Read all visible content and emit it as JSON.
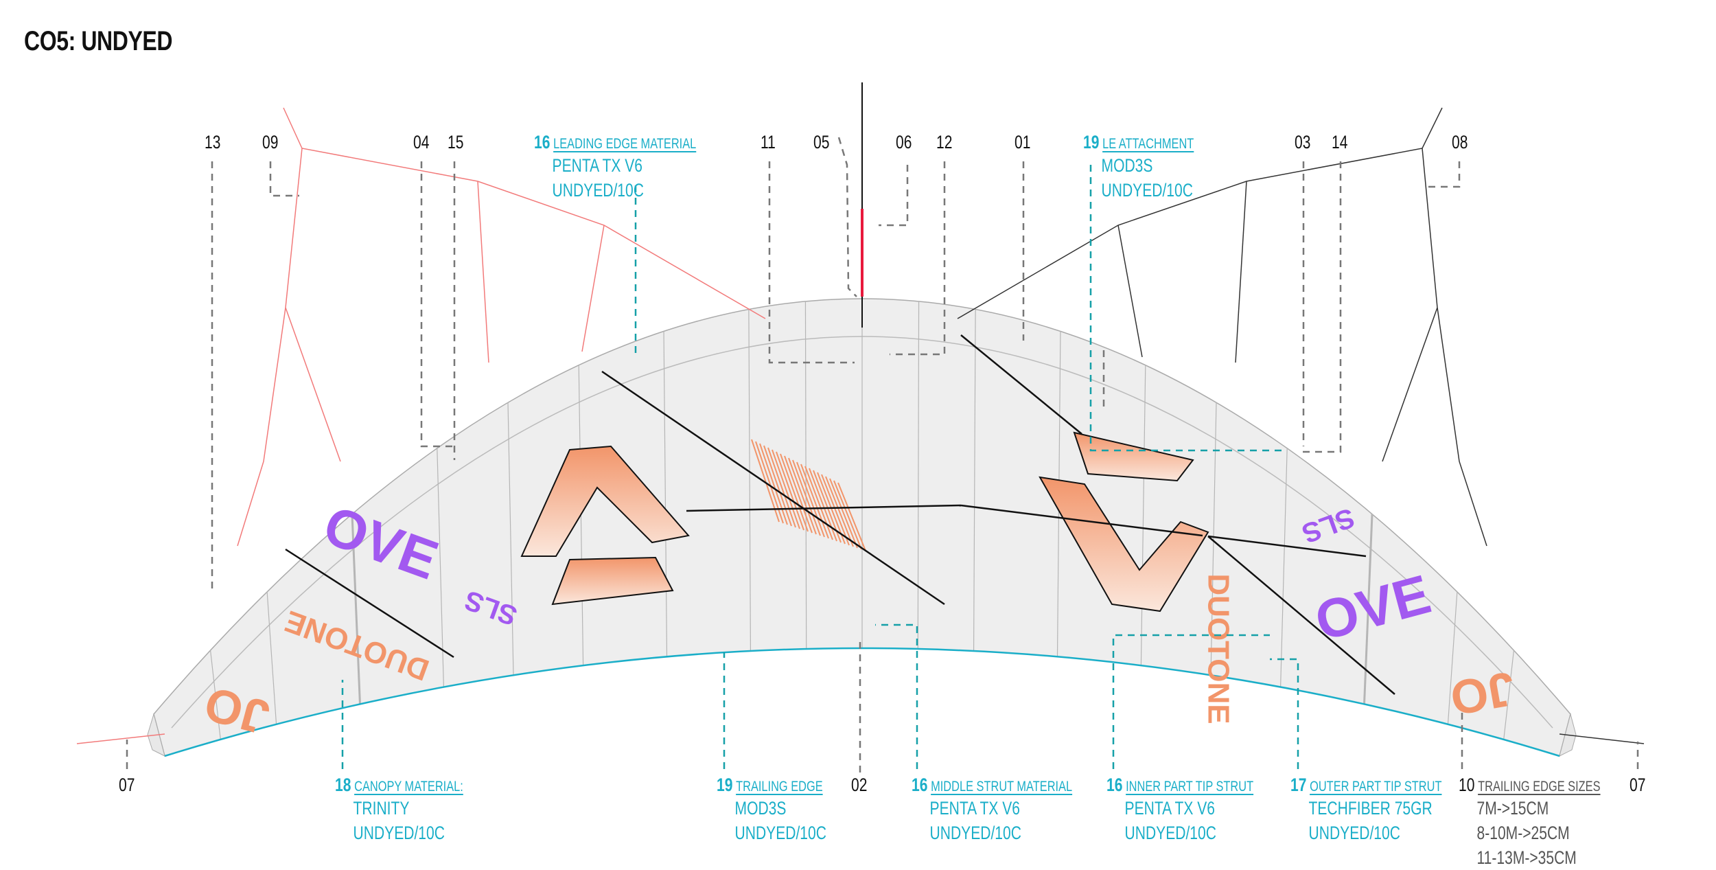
{
  "title": "CO5: UNDYED",
  "top_markers": [
    "13",
    "09",
    "04",
    "15",
    "11",
    "05",
    "06",
    "12",
    "01",
    "03",
    "14",
    "08"
  ],
  "bottom_markers": [
    "07",
    "02",
    "07"
  ],
  "callouts": {
    "leading_edge": {
      "num": "16",
      "heading": "LEADING EDGE MATERIAL",
      "lines": [
        "PENTA TX V6",
        "UNDYED/10C"
      ]
    },
    "le_attachment": {
      "num": "19",
      "heading": "LE ATTACHMENT",
      "lines": [
        "MOD3S",
        "UNDYED/10C"
      ]
    },
    "canopy": {
      "num": "18",
      "heading": "CANOPY MATERIAL:",
      "lines": [
        "TRINITY",
        "UNDYED/10C"
      ]
    },
    "trailing_edge": {
      "num": "19",
      "heading": "TRAILING EDGE",
      "lines": [
        "MOD3S",
        "UNDYED/10C"
      ]
    },
    "middle_strut": {
      "num": "16",
      "heading": "MIDDLE STRUT MATERIAL",
      "lines": [
        "PENTA TX V6",
        "UNDYED/10C"
      ]
    },
    "inner_tip_strut": {
      "num": "16",
      "heading": "INNER PART TIP STRUT",
      "lines": [
        "PENTA TX V6",
        "UNDYED/10C"
      ]
    },
    "outer_tip_strut": {
      "num": "17",
      "heading": "OUTER PART TIP STRUT",
      "lines": [
        "TECHFIBER 75GR",
        "UNDYED/10C"
      ]
    },
    "trailing_edge_sizes": {
      "num": "10",
      "heading": "TRAILING EDGE SIZES",
      "lines": [
        "7M->15CM",
        "8-10M->25CM",
        "11-13M->35CM"
      ]
    }
  },
  "logos": [
    "DUOTONE",
    "SLS",
    "JO",
    "OVE"
  ],
  "colors": {
    "accent": "#1aaec8",
    "bridle_left": "#f27a7a",
    "bridle_right": "#333333",
    "canopy": "#eeeeee",
    "graphic_orange": "#f2956a",
    "graphic_purple": "#a259f0",
    "center_mark": "#e8193c"
  }
}
